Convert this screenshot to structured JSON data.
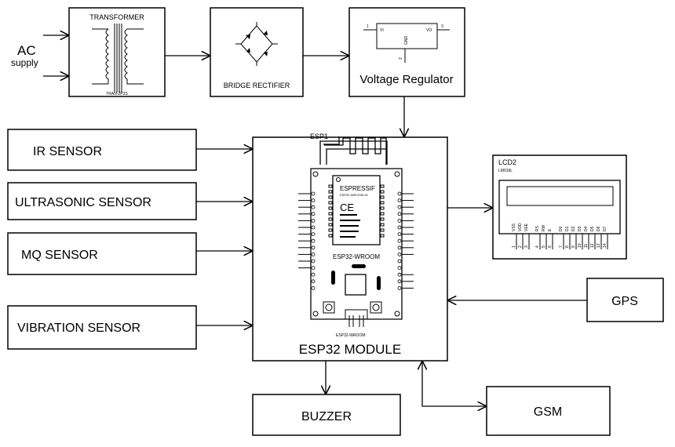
{
  "power": {
    "ac_label": "AC",
    "ac_sub": "supply",
    "transformer_title": "TRANSFORMER",
    "transformer_part": "TRAN-2P2S",
    "rectifier_label": "BRIDGE RECTIFIER",
    "regulator_label": "Voltage Regulator",
    "regulator_pins": {
      "vi": "VI",
      "vo": "VO",
      "gnd": "GND",
      "p1": "1",
      "p2": "2",
      "p3": "3"
    }
  },
  "sensors": [
    {
      "label": "IR SENSOR"
    },
    {
      "label": "ULTRASONIC SENSOR"
    },
    {
      "label": "MQ SENSOR"
    },
    {
      "label": "VIBRATION SENSOR"
    }
  ],
  "esp": {
    "ref": "ESP1",
    "module_label": "ESP32 MODULE",
    "chip_brand": "ESPRESSIF",
    "chip_model": "ESP32-WROOM-32",
    "ce": "CE",
    "board_label": "ESP32-WROOM",
    "part_label": "ESP32-WROOM"
  },
  "lcd": {
    "ref": "LCD2",
    "part": "LM016L",
    "pins": [
      "VSS",
      "VDD",
      "VEE",
      "RS",
      "RW",
      "E",
      "D0",
      "D1",
      "D2",
      "D3",
      "D4",
      "D5",
      "D6",
      "D7"
    ],
    "pin_numbers": [
      "1",
      "2",
      "3",
      "4",
      "5",
      "6",
      "7",
      "8",
      "9",
      "10",
      "11",
      "12",
      "13",
      "14"
    ]
  },
  "outputs": {
    "gps": "GPS",
    "buzzer": "BUZZER",
    "gsm": "GSM"
  }
}
